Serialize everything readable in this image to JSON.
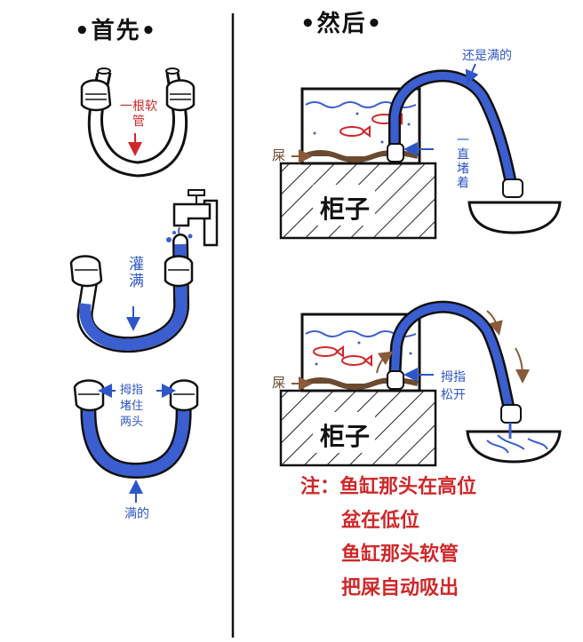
{
  "headers": {
    "first": "•首先•",
    "then": "•然后•"
  },
  "step1": {
    "hose_label": "一根软管"
  },
  "step2": {
    "fill_label": "灌满"
  },
  "step3": {
    "thumbs_label_1": "拇指",
    "thumbs_label_2": "堵住",
    "thumbs_label_3": "两头",
    "full_label": "满的"
  },
  "scene1": {
    "still_full": "还是满的",
    "blocked": "一直堵着",
    "poop": "屎",
    "cabinet": "柜子"
  },
  "scene2": {
    "thumb_release_1": "拇指",
    "thumb_release_2": "松开",
    "poop": "屎",
    "cabinet": "柜子"
  },
  "note": {
    "line1": "注：鱼缸那头在高位",
    "line2": "盆在低位",
    "line3": "鱼缸那头软管",
    "line4": "把屎自动吸出"
  },
  "colors": {
    "water": "#3b5fd0",
    "text_red": "#d0282a",
    "text_blue": "#2f56c8",
    "poop": "#6b4a30"
  }
}
